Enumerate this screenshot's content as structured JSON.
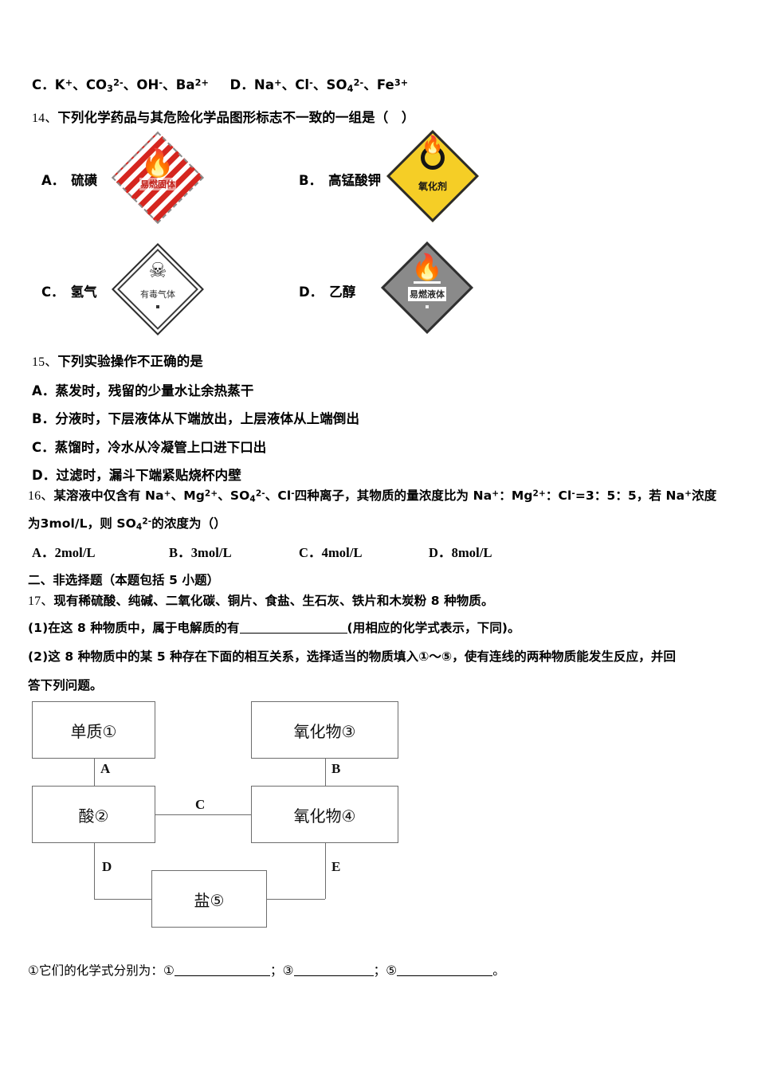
{
  "document": {
    "type": "chemistry-exam-page"
  },
  "q13_tail": {
    "option_c": "C．K+、CO32-、OH-、Ba2+",
    "option_d": "D．Na+、Cl-、SO42-、Fe3+"
  },
  "q14": {
    "number": "14、",
    "stem": "下列化学药品与其危险化学品图形标志不一致的一组是（　）",
    "options": [
      {
        "letter": "A．",
        "chemical": "硫磺",
        "symbol": "flammable-solid",
        "symbol_text": "易燃固体",
        "symbol_color": "#d5261f"
      },
      {
        "letter": "B．",
        "chemical": "高锰酸钾",
        "symbol": "oxidizer",
        "symbol_text": "氧化剂",
        "symbol_color": "#f5ce26"
      },
      {
        "letter": "C．",
        "chemical": "氢气",
        "symbol": "toxic-gas",
        "symbol_text": "有毒气体",
        "symbol_color": "#ffffff"
      },
      {
        "letter": "D．",
        "chemical": "乙醇",
        "symbol": "flammable-liquid",
        "symbol_text": "易燃液体",
        "symbol_color": "#8a8a8a"
      }
    ]
  },
  "q15": {
    "number": "15、",
    "stem": "下列实验操作不正确的是",
    "options": [
      "A．蒸发时，残留的少量水让余热蒸干",
      "B．分液时，下层液体从下端放出，上层液体从上端倒出",
      "C．蒸馏时，冷水从冷凝管上口进下口出",
      "D．过滤时，漏斗下端紧贴烧杯内壁"
    ]
  },
  "q16": {
    "number": "16、",
    "stem_line1": "某溶液中仅含有 Na+、Mg2+、SO42-、Cl-四种离子，其物质的量浓度比为 Na+：Mg2+：Cl-=3：5：5，若 Na+浓度",
    "stem_line2": "为3mol/L，则 SO42-的浓度为（）",
    "options": [
      "A．2mol/L",
      "B．3mol/L",
      "C．4mol/L",
      "D．8mol/L"
    ]
  },
  "section2": {
    "heading": "二、非选择题（本题包括 5 小题）"
  },
  "q17": {
    "number": "17、",
    "stem": "现有稀硫酸、纯碱、二氧化碳、铜片、食盐、生石灰、铁片和木炭粉 8 种物质。",
    "part1_pre": "(1)在这 8 种物质中，属于电解质的有",
    "part1_post": "(用相应的化学式表示，下同)。",
    "part2_line1": "(2)这 8 种物质中的某 5 种存在下面的相互关系，选择适当的物质填入①～⑤，使有连线的两种物质能发生反应，并回",
    "part2_line2": "答下列问题。",
    "diagram": {
      "boxes": [
        {
          "id": "box1",
          "label": "单质①"
        },
        {
          "id": "box3",
          "label": "氧化物③"
        },
        {
          "id": "box2",
          "label": "酸②"
        },
        {
          "id": "box4",
          "label": "氧化物④"
        },
        {
          "id": "box5",
          "label": "盐⑤"
        }
      ],
      "connections": [
        {
          "id": "A",
          "label": "A"
        },
        {
          "id": "B",
          "label": "B"
        },
        {
          "id": "C",
          "label": "C"
        },
        {
          "id": "D",
          "label": "D"
        },
        {
          "id": "E",
          "label": "E"
        }
      ]
    },
    "sub1_pre": "①它们的化学式分别为：①",
    "sub1_mid1": "；③",
    "sub1_mid2": "；⑤",
    "sub1_end": "。"
  }
}
